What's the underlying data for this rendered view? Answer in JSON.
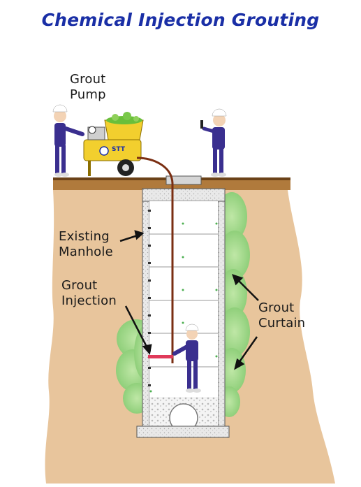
{
  "title": "Chemical Injection Grouting",
  "labels": {
    "grout_pump": "Grout\nPump",
    "existing_manhole": "Existing\nManhole",
    "grout_injection": "Grout\nInjection",
    "grout_curtain": "Grout\nCurtain"
  },
  "logo_text": "STT",
  "colors": {
    "title": "#1a2fa6",
    "soil": "#e8c59c",
    "ground": "#7a4d22",
    "grout_foliage": "#8fcf7a",
    "pump": "#f2cf2e",
    "worker_suit": "#3a2f8f",
    "hose": "#7a2e12",
    "injection_pipe": "#e03a5a"
  },
  "icons": [
    "worker-figure",
    "grout-pump",
    "manhole-shaft",
    "hose",
    "grout-curtain",
    "arrow"
  ]
}
